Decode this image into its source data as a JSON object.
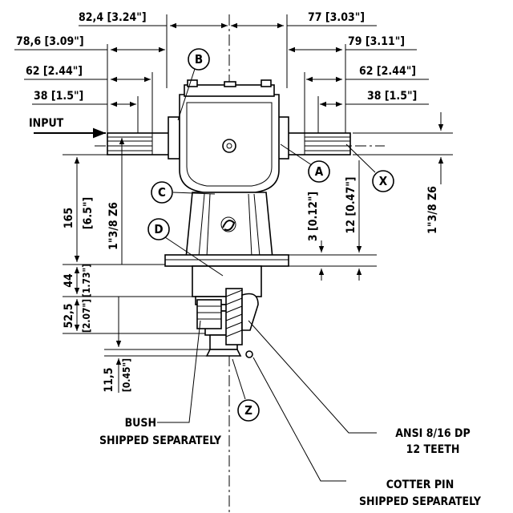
{
  "dimensions": {
    "top_left_outer": "82,4 [3.24\"]",
    "top_right_outer": "77 [3.03\"]",
    "left_shaft_overall": "78,6 [3.09\"]",
    "right_shaft_overall": "79 [3.11\"]",
    "left_shaft_spline": "62 [2.44\"]",
    "right_shaft_spline": "62 [2.44\"]",
    "left_shaft_short": "38 [1.5\"]",
    "right_shaft_short": "38 [1.5\"]",
    "height_165": "165",
    "height_165_in": "[6.5\"]",
    "left_spline_spec": "1\"3/8 Z6",
    "right_spline_spec": "1\"3/8 Z6",
    "gap_3": "3 [0.12\"]",
    "gap_12": "12 [0.47\"]",
    "height_44": "44",
    "height_44_in": "[1.73\"]",
    "height_52_5": "52,5",
    "height_52_5_in": "[2.07\"]",
    "height_11_5": "11,5",
    "height_11_5_in": "[0.45\"]"
  },
  "balloons": {
    "a": "A",
    "b": "B",
    "c": "C",
    "d": "D",
    "x": "X",
    "z": "Z"
  },
  "labels": {
    "input": "INPUT",
    "bush_line1": "BUSH",
    "bush_line2": "SHIPPED SEPARATELY",
    "ansi_line1": "ANSI 8/16 DP",
    "ansi_line2": "12 TEETH",
    "cotter_line1": "COTTER PIN",
    "cotter_line2": "SHIPPED SEPARATELY"
  }
}
